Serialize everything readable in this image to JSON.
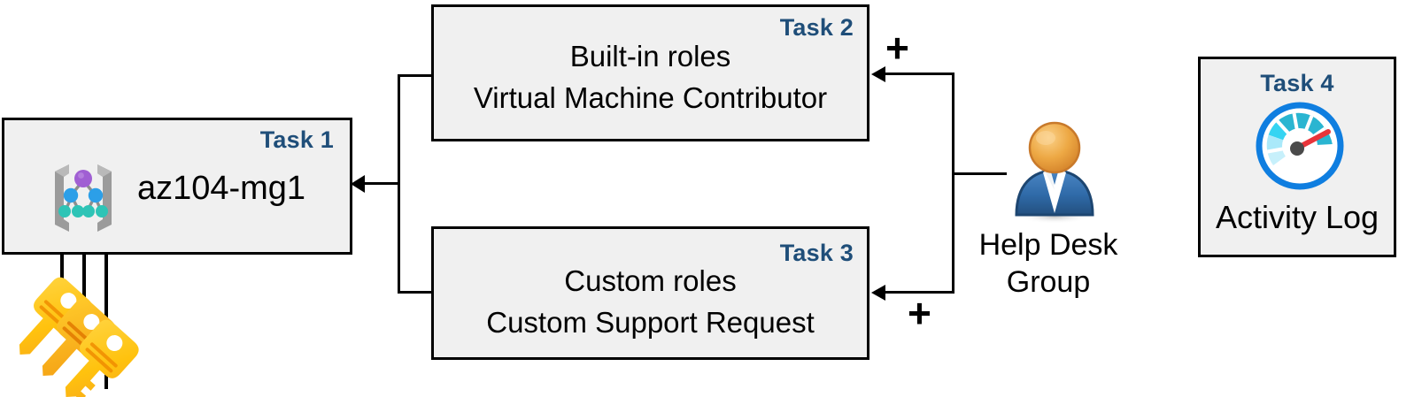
{
  "diagram": {
    "title": "Azure RBAC task diagram",
    "accent_color": "#1f4e79",
    "box_fill": "#f0f0f0",
    "box_border": "#000000"
  },
  "boxes": [
    {
      "id": "task1",
      "task_label": "Task 1",
      "line1": "az104-mg1",
      "line2": "",
      "icon": "management-group-icon"
    },
    {
      "id": "task2",
      "task_label": "Task 2",
      "line1": "Built-in roles",
      "line2": "Virtual Machine Contributor",
      "icon": ""
    },
    {
      "id": "task3",
      "task_label": "Task 3",
      "line1": "Custom roles",
      "line2": "Custom Support Request",
      "icon": ""
    },
    {
      "id": "task4",
      "task_label": "Task 4",
      "line1": "Activity Log",
      "line2": "",
      "icon": "activity-log-gauge-icon"
    }
  ],
  "actor": {
    "icon": "user-group-icon",
    "label_line1": "Help Desk",
    "label_line2": "Group"
  },
  "keys": {
    "icon": "keys-icon",
    "count": 3
  },
  "operators": [
    {
      "id": "plus-top",
      "symbol": "+"
    },
    {
      "id": "plus-bottom",
      "symbol": "+"
    }
  ],
  "colors": {
    "task_label": "#1f4e79",
    "gauge_ring": "#0f7ee0",
    "gauge_needle": "#e8343a",
    "gauge_segment_dark": "#2ab5d1",
    "gauge_segment_light": "#79dff2",
    "person_head": "#e9a33a",
    "person_body": "#2f6aa8",
    "key_gold": "#ffc20e",
    "key_amber": "#f9a21b",
    "mg_bracket": "#9b9b9b",
    "mg_node_top": "#a05fd3",
    "mg_node_mid": "#2c9fe8",
    "mg_node_leaf": "#2ec4b6"
  }
}
